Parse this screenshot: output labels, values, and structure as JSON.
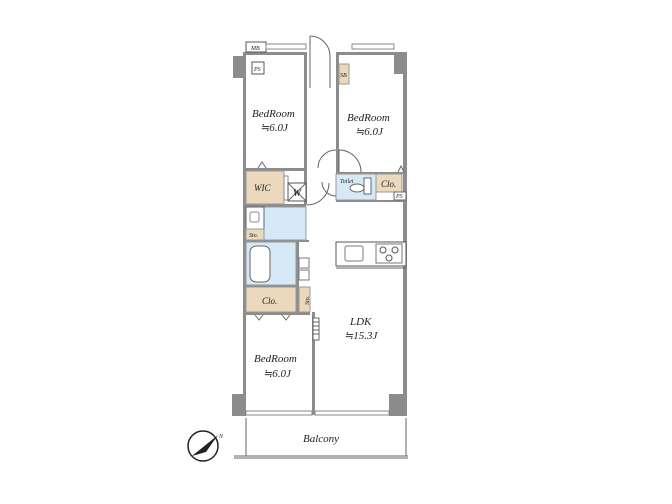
{
  "rooms": {
    "bedroom_nw": {
      "name": "BedRoom",
      "size": "≒6.0J"
    },
    "bedroom_ne": {
      "name": "BedRoom",
      "size": "≒6.0J"
    },
    "bedroom_sw": {
      "name": "BedRoom",
      "size": "≒6.0J"
    },
    "ldk": {
      "name": "LDK",
      "size": "≒15.3J"
    },
    "balcony": {
      "name": "Balcony"
    }
  },
  "labels": {
    "mb": "MB",
    "ps_top": "PS",
    "sb": "SB",
    "wic": "WIC",
    "washer": "W",
    "toilet": "Toilet",
    "clo_ne": "Clo.",
    "ps_right": "PS",
    "sto_wash": "Sto.",
    "clo_mid": "Clo.",
    "sto_mid": "Sto.",
    "compass_n": "N"
  },
  "colors": {
    "wall": "#8c8c8c",
    "storage": "#ecd8bd",
    "wet_area": "#d6e9f6"
  }
}
